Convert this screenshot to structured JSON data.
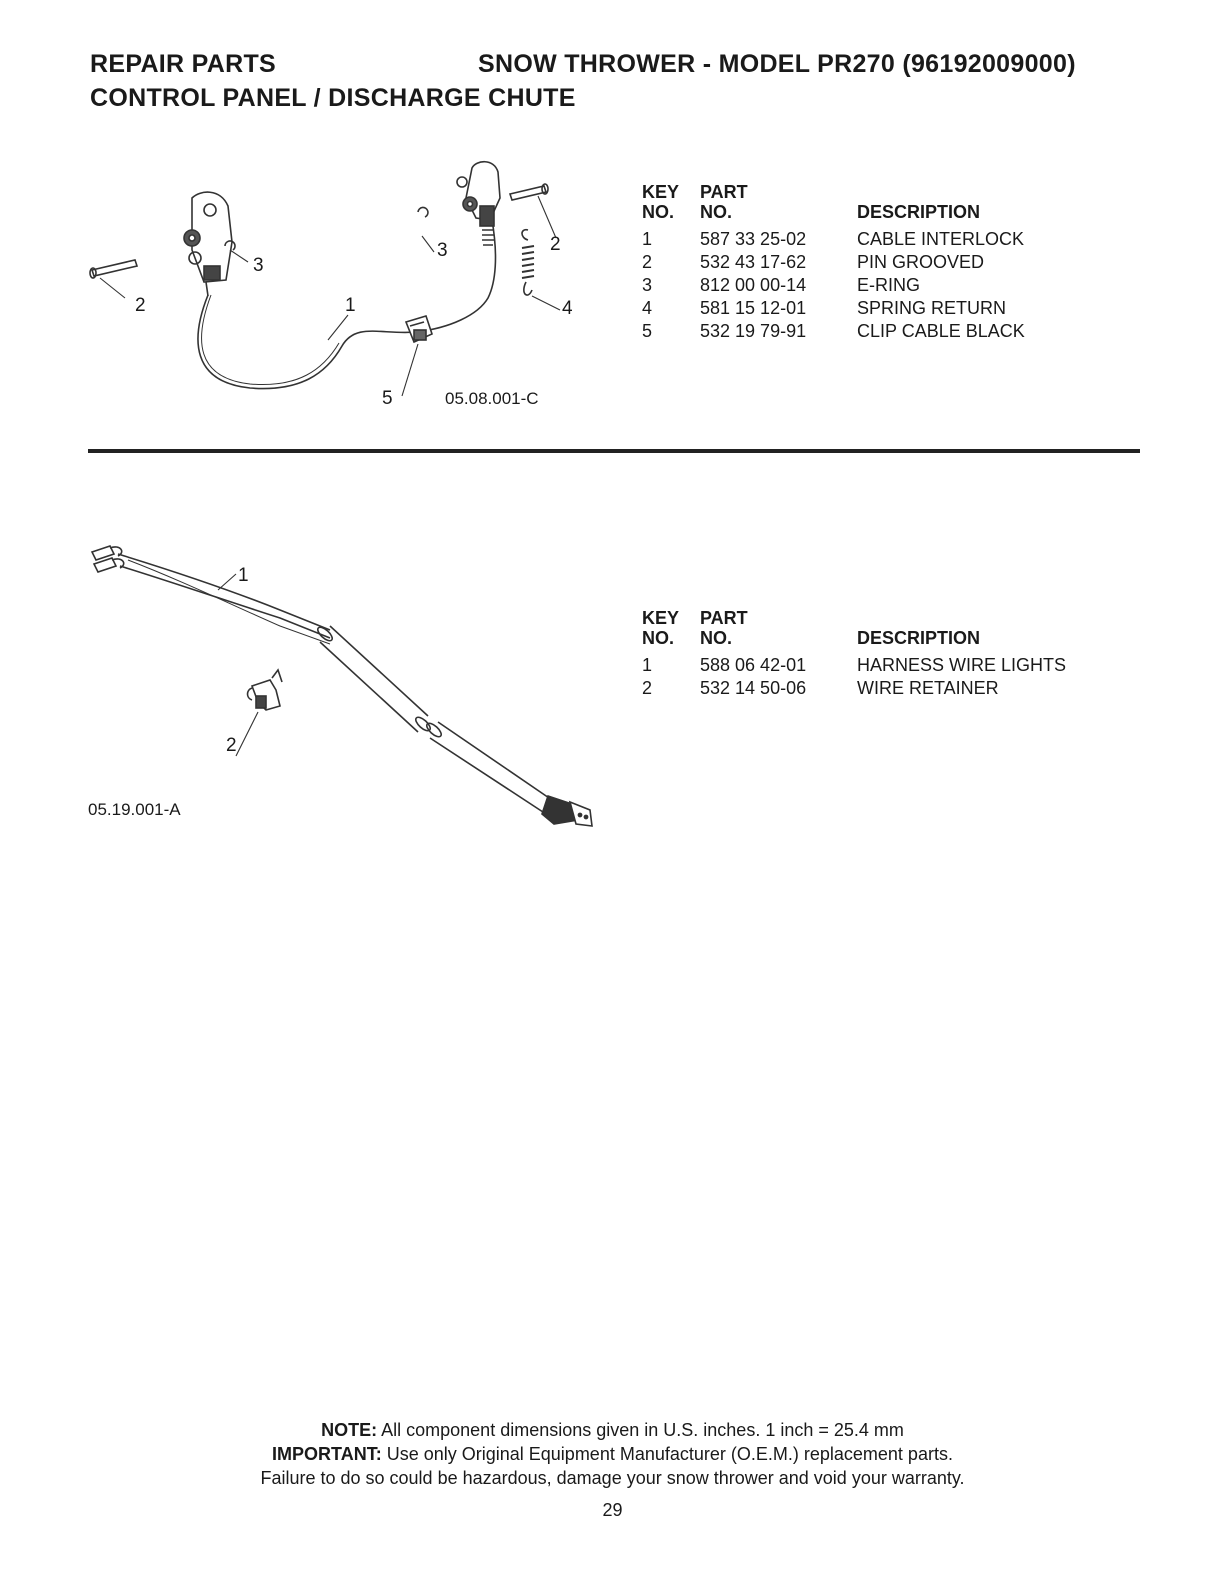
{
  "header": {
    "left": "REPAIR PARTS",
    "right": "SNOW THROWER - MODEL  PR270  (96192009000)",
    "subtitle": "CONTROL PANEL / DISCHARGE CHUTE"
  },
  "section1": {
    "figure_code": "05.08.001-C",
    "callouts": [
      "2",
      "3",
      "1",
      "3",
      "2",
      "4",
      "5"
    ],
    "table": {
      "headers": {
        "key_top": "KEY",
        "key_bottom": "NO.",
        "part_top": "PART",
        "part_bottom": "NO.",
        "desc": "DESCRIPTION"
      },
      "rows": [
        {
          "key": "1",
          "part": "587 33 25-02",
          "desc": "CABLE INTERLOCK"
        },
        {
          "key": "2",
          "part": "532 43 17-62",
          "desc": "PIN GROOVED"
        },
        {
          "key": "3",
          "part": "812 00 00-14",
          "desc": "E-RING"
        },
        {
          "key": "4",
          "part": "581 15 12-01",
          "desc": "SPRING RETURN"
        },
        {
          "key": "5",
          "part": "532 19 79-91",
          "desc": "CLIP CABLE BLACK"
        }
      ]
    }
  },
  "section2": {
    "figure_code": "05.19.001-A",
    "callouts": [
      "1",
      "2"
    ],
    "table": {
      "headers": {
        "key_top": "KEY",
        "key_bottom": "NO.",
        "part_top": "PART",
        "part_bottom": "NO.",
        "desc": "DESCRIPTION"
      },
      "rows": [
        {
          "key": "1",
          "part": "588 06 42-01",
          "desc": "HARNESS WIRE LIGHTS"
        },
        {
          "key": "2",
          "part": "532 14 50-06",
          "desc": "WIRE RETAINER"
        }
      ]
    }
  },
  "footer": {
    "note_label": "NOTE:",
    "note_text": "All component dimensions given in U.S. inches.    1 inch = 25.4 mm",
    "important_label": "IMPORTANT:",
    "important_text": "Use only Original Equipment Manufacturer (O.E.M.) replacement parts.",
    "warning": "Failure to do so could be hazardous, damage your snow thrower and void your warranty.",
    "page_number": "29"
  }
}
